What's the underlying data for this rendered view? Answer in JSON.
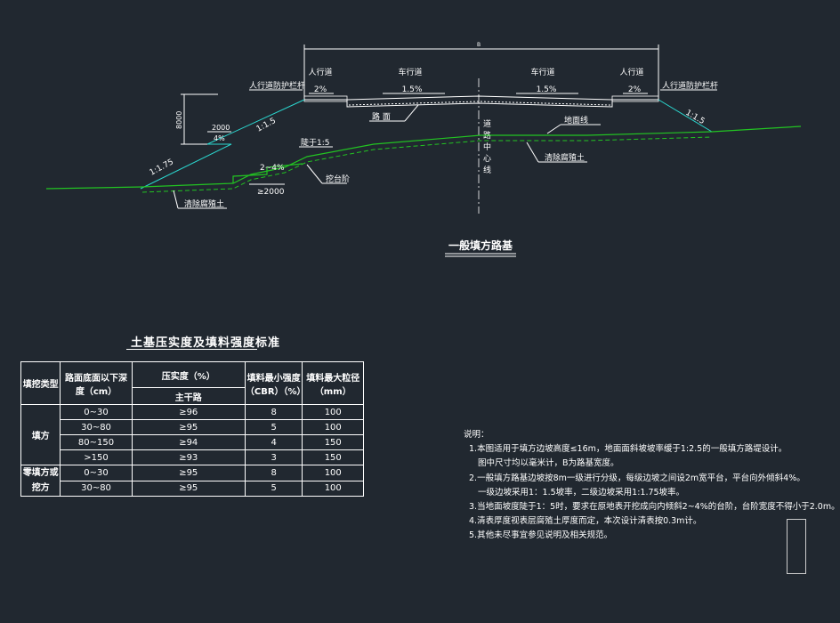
{
  "section": {
    "total_width_label": "B",
    "sidewalk_label": "人行道",
    "carriageway_label": "车行道",
    "slope_sidewalk": "2%",
    "slope_carriageway": "1.5%",
    "guardrail_label": "人行道防护栏杆",
    "pavement_label": "路 面",
    "centerline_label": "道路中心线",
    "ground_line_label": "地面线",
    "strip_topsoil_label": "清除腐殖土",
    "embank_slope_upper": "1:1.5",
    "embank_slope_lower": "1:1.75",
    "embank_slope_right": "1:1.5",
    "step_height": "8000",
    "step_width": "2000",
    "step_slope": "4%",
    "ground_slope": "陡于1:5",
    "bench_slope": "2~4%",
    "bench_width": "≥2000",
    "bench_label": "挖台阶",
    "caption": "一般填方路基"
  },
  "table": {
    "title": "土基压实度及填料强度标准",
    "headers": {
      "type": "填挖类型",
      "depth": "路面底面以下深度（cm）",
      "compaction": "压实度（%）",
      "main_road": "主干路",
      "cbr": "填料最小强度（CBR）（%）",
      "particle": "填料最大粒径（mm）"
    },
    "groups": [
      {
        "type": "填方",
        "rows": [
          {
            "depth": "0~30",
            "compaction": "≥96",
            "cbr": "8",
            "particle": "100"
          },
          {
            "depth": "30~80",
            "compaction": "≥95",
            "cbr": "5",
            "particle": "100"
          },
          {
            "depth": "80~150",
            "compaction": "≥94",
            "cbr": "4",
            "particle": "150"
          },
          {
            "depth": ">150",
            "compaction": "≥93",
            "cbr": "3",
            "particle": "150"
          }
        ]
      },
      {
        "type": "零填方或挖方",
        "rows": [
          {
            "depth": "0~30",
            "compaction": "≥95",
            "cbr": "8",
            "particle": "100"
          },
          {
            "depth": "30~80",
            "compaction": "≥95",
            "cbr": "5",
            "particle": "100"
          }
        ]
      }
    ]
  },
  "notes": {
    "heading": "说明：",
    "lines": [
      "1.本图适用于填方边坡高度≤16m，地面面斜坡坡率缓于1:2.5的一般填方路堤设计。",
      "图中尺寸均以毫米计，B为路基宽度。",
      "2.一般填方路基边坡按8m一级进行分级，每级边坡之间设2m宽平台，平台向外倾斜4%。",
      "一级边坡采用1：1.5坡率，二级边坡采用1:1.75坡率。",
      "3.当地面坡度陡于1：5时，要求在原地表开挖成向内倾斜2~4%的台阶，台阶宽度不得小于2.0m。",
      "4.清表厚度视表层腐殖土厚度而定，本次设计清表按0.3m计。",
      "5.其他未尽事宜参见说明及相关规范。"
    ]
  },
  "colors": {
    "background": "#212830",
    "line": "#ffffff",
    "slope": "#2bd8d0",
    "ground": "#22c422"
  }
}
